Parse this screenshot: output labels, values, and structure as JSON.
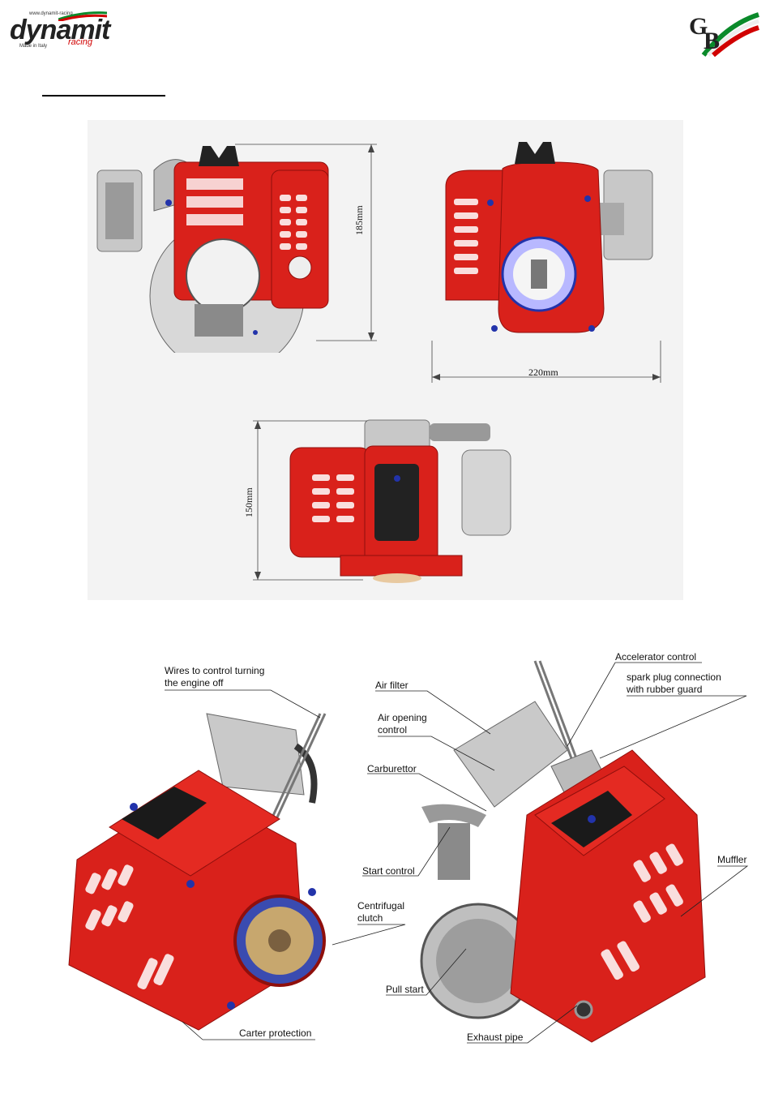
{
  "header": {
    "left_logo": {
      "tagline": "www.dynamit-racing",
      "wordmark": "dynamit",
      "subword": "racing",
      "location": "Made in Italy"
    },
    "right_logo": {
      "letters": "GB",
      "icon": "italian-flag-swoosh-icon"
    }
  },
  "dimensions": {
    "height": "185mm",
    "width": "220mm",
    "depth": "150mm"
  },
  "callouts": {
    "wires": "Wires to control turning\nthe engine off",
    "carter": "Carter protection",
    "clutch": "Centrifugal\nclutch",
    "accelerator": "Accelerator control",
    "spark": "spark plug connection\nwith rubber guard",
    "air_filter": "Air filter",
    "air_opening": "Air opening\ncontrol",
    "carburettor": "Carburettor",
    "start_control": "Start control",
    "muffler": "Muffler",
    "pull_start": "Pull start",
    "exhaust": "Exhaust pipe"
  },
  "colors": {
    "engine_red": "#d9211b",
    "dark_red": "#8f0f0c",
    "metal": "#c8c8c8",
    "blue_bolt": "#2233aa"
  }
}
